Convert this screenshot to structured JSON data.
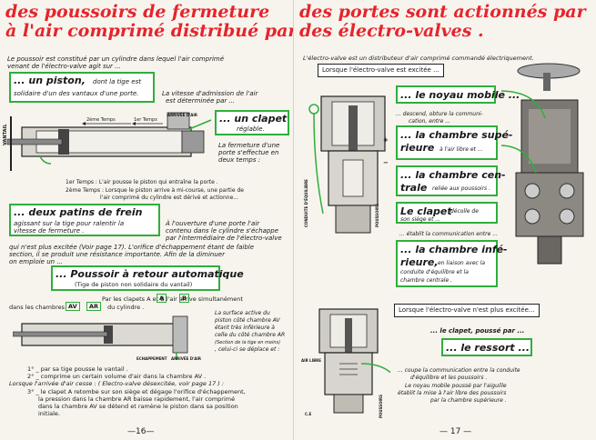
{
  "left": {
    "title_line1": "des poussoirs de fermeture",
    "title_line2": "à l'air comprimé distribué par",
    "intro_1": "Le poussoir est constitué par un cylindre dans lequel l'air comprimé",
    "intro_2": "venant de l'électro-valve agit sur ...",
    "piston_title": "... un piston,",
    "piston_desc_1": "dont la tige est",
    "piston_desc_2": "solidaire d'un des vantaux d'une porte.",
    "speed_1": "La vitesse d'admission de l'air",
    "speed_2": "est déterminée par ...",
    "tempo2": "2ème Temps",
    "tempo1": "1er Temps",
    "clapet_title": "... un clapet",
    "clapet_desc": "réglable.",
    "ferm_1": "La fermeture d'une",
    "ferm_2": "porte s'effectue en",
    "ferm_3": "deux temps :",
    "temps1": "1er Temps : L'air pousse le piston qui entraîne la porte .",
    "temps2a": "2ème Temps : Lorsque le piston arrive à mi-course, une partie de",
    "temps2b": "l'air comprimé du cylindre est dérivé et actionne...",
    "patins_title": "... deux patins de frein",
    "patins_desc_1": "agissant sur la tige pour ralentir la",
    "patins_desc_2": "vitesse de fermeture .",
    "ouvert_1": "À l'ouverture d'une porte l'air",
    "ouvert_2": "contenu dans le cylindre s'échappe",
    "ouvert_3": "par l'intermédiaire de l'électro-valve",
    "ouvert_4": "qui n'est plus excitée (Voir page 17). L'orifice d'échappement étant de faible",
    "ouvert_5": "section, il se produit une résistance importante. Afin de la diminuer",
    "ouvert_6": "on emploie un ...",
    "retour_title": "... Poussoir à retour automatique",
    "retour_sub": "(Tige de piston non solidaire du vantail)",
    "clapets_line": "Par les clapets A et B l'air arrive simultanément",
    "chambres_a": "dans les chambres",
    "av": "AV",
    "ar": "AR",
    "chambres_b": "du cylindre .",
    "label_a": "A",
    "label_b": "B",
    "surface_1": "La surface active du",
    "surface_2": "piston côté chambre AV",
    "surface_3": "étant très inférieure à",
    "surface_4": "celle du côté chambre AR",
    "surface_5": "(Section de la tige en moins)",
    "surface_6": ", celui-ci se déplace et :",
    "echap": "ECHAPPEMENT",
    "arrivee": "ARRIVÉE D'AIR",
    "arrivee_top": "ARRIVÉE D'AIR",
    "vantail": "VANTAIL",
    "step1": "1° _ par sa tige pousse le vantail .",
    "step2": "2° _ comprime un certain volume d'air dans la chambre AV .",
    "lorsque": "Lorsque l'arrivée d'air cesse : ( Electro-valve désexcitée, voir page 17 ) :",
    "step3a": "3° _ le clapet A retombe sur son siège et dégage l'orifice d'échappement,",
    "step3b": "la pression dans la chambre AR baisse rapidement, l'air comprimé",
    "step3c": "dans la chambre AV se détend et ramène le piston dans sa position",
    "step3d": "initiale.",
    "page_number": "—16—"
  },
  "right": {
    "title_line1": "des portes sont actionnés par",
    "title_line2": "des électro-valves .",
    "intro": "L'électro-valve est un distributeur d'air comprimé commandé électriquement.",
    "excitee": "Lorsque l'électro-valve est excitée ...",
    "noyau_title": "... le noyau mobile ...",
    "noyau_desc_1": "... descend, obture la communi-",
    "noyau_desc_2": "cation, entre ...",
    "sup_title_1": "... la chambre supé-",
    "sup_title_2": "rieure",
    "sup_desc": "à l'air libre et ...",
    "centrale_title_1": "... la chambre cen-",
    "centrale_title_2": "trale",
    "centrale_desc": "reliée aux poussoirs .",
    "clapet_title": "Le clapet",
    "clapet_desc_1": "décolle de",
    "clapet_desc_2": "son siège et ...",
    "etablit": "... établit la communication entre ...",
    "inf_title_1": "... la chambre infé-",
    "inf_title_2": "rieure,",
    "inf_desc_1": "en liaison avec la",
    "inf_desc_2": "conduite d'équilibre et la",
    "inf_desc_3": "chambre centrale .",
    "plus_excitee": "Lorsque l'électro-valve n'est plus excitée...",
    "clapet_pousse": "... le clapet, poussé par ...",
    "ressort_title": "... le ressort ...",
    "coupe_1": "... coupe la communication entre la conduite",
    "coupe_2": "d'équilibre et les poussoirs .",
    "coupe_3": "Le noyau mobile poussé par l'aiguille",
    "coupe_4": "établit la mise à l'air libre des poussoirs",
    "coupe_5": "par la chambre supérieure .",
    "label_poussoirs": "POUSSOIRS",
    "label_conduite": "CONDUITE D'ÉQUILIBRE",
    "label_air_libre": "AIR LIBRE",
    "label_ce": "C.E",
    "label_plus": "+",
    "label_minus": "−",
    "page_number": "— 17 —"
  },
  "colors": {
    "title_red": "#e6242b",
    "box_green": "#2fae3d",
    "ink": "#1a1a1a"
  }
}
